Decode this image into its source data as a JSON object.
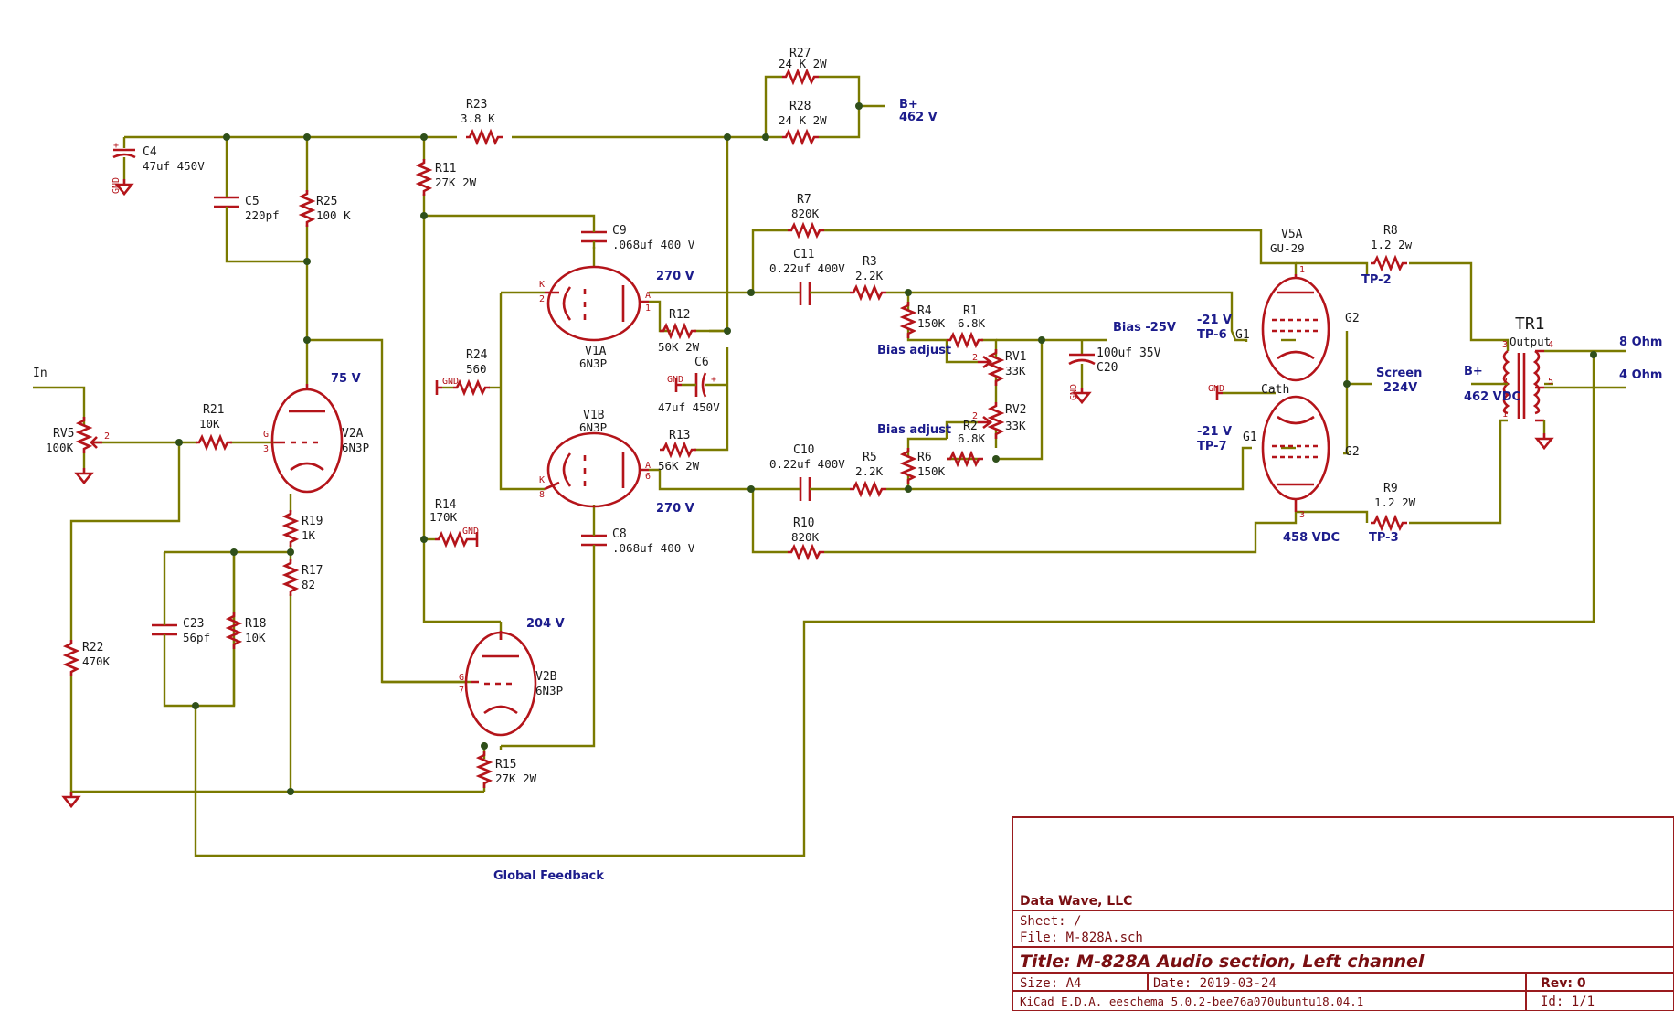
{
  "components": {
    "R27": {
      "ref": "R27",
      "value": "24 K 2W"
    },
    "R28": {
      "ref": "R28",
      "value": "24 K 2W"
    },
    "R23": {
      "ref": "R23",
      "value": "3.8 K"
    },
    "R11": {
      "ref": "R11",
      "value": "27K 2W"
    },
    "C4": {
      "ref": "C4",
      "value": "47uf 450V"
    },
    "C5": {
      "ref": "C5",
      "value": "220pf"
    },
    "R25": {
      "ref": "R25",
      "value": "100 K"
    },
    "C9": {
      "ref": "C9",
      "value": ".068uf 400 V"
    },
    "R7": {
      "ref": "R7",
      "value": "820K"
    },
    "C11": {
      "ref": "C11",
      "value": "0.22uf 400V"
    },
    "R3": {
      "ref": "R3",
      "value": "2.2K"
    },
    "R4": {
      "ref": "R4",
      "value": "150K"
    },
    "R1": {
      "ref": "R1",
      "value": "6.8K"
    },
    "RV1": {
      "ref": "RV1",
      "value": "33K"
    },
    "RV2": {
      "ref": "RV2",
      "value": "33K"
    },
    "R2": {
      "ref": "R2",
      "value": "6.8K"
    },
    "R6": {
      "ref": "R6",
      "value": "150K"
    },
    "R5": {
      "ref": "R5",
      "value": "2.2K"
    },
    "C10": {
      "ref": "C10",
      "value": "0.22uf 400V"
    },
    "R10": {
      "ref": "R10",
      "value": "820K"
    },
    "C20": {
      "ref": "C20",
      "value": "100uf 35V"
    },
    "V1A": {
      "ref": "V1A",
      "value": "6N3P"
    },
    "V1B": {
      "ref": "V1B",
      "value": "6N3P"
    },
    "R12": {
      "ref": "R12",
      "value": "50K 2W"
    },
    "R13": {
      "ref": "R13",
      "value": "56K 2W"
    },
    "C6": {
      "ref": "C6",
      "value": "47uf 450V"
    },
    "R24": {
      "ref": "R24",
      "value": "560"
    },
    "C8": {
      "ref": "C8",
      "value": ".068uf 400 V"
    },
    "R14": {
      "ref": "R14",
      "value": "170K"
    },
    "V2A": {
      "ref": "V2A",
      "value": "6N3P"
    },
    "V2B": {
      "ref": "V2B",
      "value": "6N3P"
    },
    "RV5": {
      "ref": "RV5",
      "value": "100K"
    },
    "R21": {
      "ref": "R21",
      "value": "10K"
    },
    "R19": {
      "ref": "R19",
      "value": "1K"
    },
    "R17": {
      "ref": "R17",
      "value": "82"
    },
    "C23": {
      "ref": "C23",
      "value": "56pf"
    },
    "R18": {
      "ref": "R18",
      "value": "10K"
    },
    "R22": {
      "ref": "R22",
      "value": "470K"
    },
    "R15": {
      "ref": "R15",
      "value": "27K 2W"
    },
    "V5A": {
      "ref": "V5A",
      "value": "GU-29"
    },
    "R8": {
      "ref": "R8",
      "value": "1.2 2w"
    },
    "R9": {
      "ref": "R9",
      "value": "1.2 2W"
    },
    "TR1": {
      "ref": "TR1",
      "value": "Output"
    }
  },
  "labels": {
    "bplus_top": "B+",
    "bplus_top_v": "462 V",
    "v_270_top": "270 V",
    "v_270_bot": "270 V",
    "v_75": "75 V",
    "v_204": "204 V",
    "bias": "Bias -25V",
    "bias_adjust_1": "Bias adjust",
    "bias_adjust_2": "Bias adjust",
    "g1_top_v": "-21 V",
    "tp6": "TP-6",
    "g1_bot_v": "-21 V",
    "tp7": "TP-7",
    "tp2": "TP-2",
    "tp3": "TP-3",
    "screen": "Screen",
    "screen_v": "224V",
    "b_plus_out": "B+",
    "b_plus_out_v": "462 VDC",
    "v458": "458 VDC",
    "cath": "Cath",
    "ohm8": "8 Ohm",
    "ohm4": "4 Ohm",
    "in": "In",
    "global_fb": "Global Feedback",
    "g1": "G1",
    "g1b": "G1",
    "g2": "G2",
    "g2b": "G2",
    "gnd": "GND",
    "g": "G",
    "k": "K",
    "a": "A"
  },
  "title_block": {
    "company": "Data Wave, LLC",
    "sheet": "Sheet: /",
    "file": "File: M-828A.sch",
    "title": "Title: M-828A Audio section, Left channel",
    "size": "Size: A4",
    "date": "Date: 2019-03-24",
    "rev": "Rev: 0",
    "kicad": "KiCad E.D.A.  eeschema 5.0.2-bee76a070ubuntu18.04.1",
    "id": "Id: 1/1"
  }
}
